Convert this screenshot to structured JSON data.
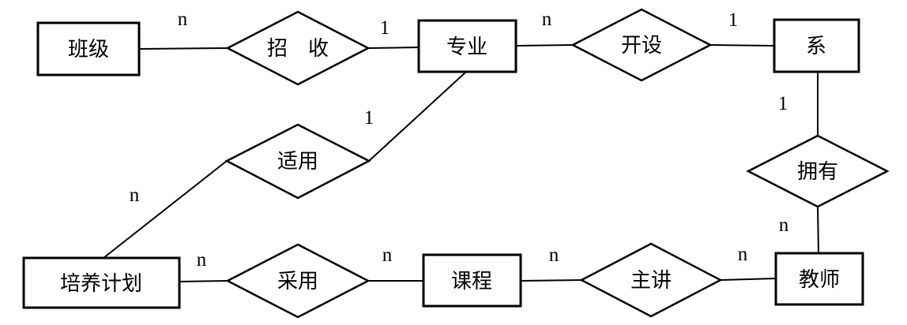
{
  "diagram": {
    "type": "er-diagram",
    "entities": [
      {
        "label": "班级"
      },
      {
        "label": "专业"
      },
      {
        "label": "系"
      },
      {
        "label": "培养计划"
      },
      {
        "label": "课程"
      },
      {
        "label": "教师"
      }
    ],
    "relationships": [
      {
        "label": "招　收"
      },
      {
        "label": "开设"
      },
      {
        "label": "适用"
      },
      {
        "label": "拥有"
      },
      {
        "label": "采用"
      },
      {
        "label": "主讲"
      }
    ],
    "connections": [
      {
        "from": "班级",
        "to": "招收",
        "cardinality": "n"
      },
      {
        "from": "招收",
        "to": "专业",
        "cardinality": "1"
      },
      {
        "from": "专业",
        "to": "开设",
        "cardinality": "n"
      },
      {
        "from": "开设",
        "to": "系",
        "cardinality": "1"
      },
      {
        "from": "系",
        "to": "拥有",
        "cardinality": "1"
      },
      {
        "from": "拥有",
        "to": "教师",
        "cardinality": "n"
      },
      {
        "from": "专业",
        "to": "适用",
        "cardinality": "1"
      },
      {
        "from": "适用",
        "to": "培养计划",
        "cardinality": "n"
      },
      {
        "from": "培养计划",
        "to": "采用",
        "cardinality": "n"
      },
      {
        "from": "采用",
        "to": "课程",
        "cardinality": "n"
      },
      {
        "from": "课程",
        "to": "主讲",
        "cardinality": "n"
      },
      {
        "from": "主讲",
        "to": "教师",
        "cardinality": "n"
      }
    ]
  },
  "colors": {
    "line": "#000000",
    "text": "#000000",
    "background": "#ffffff"
  }
}
